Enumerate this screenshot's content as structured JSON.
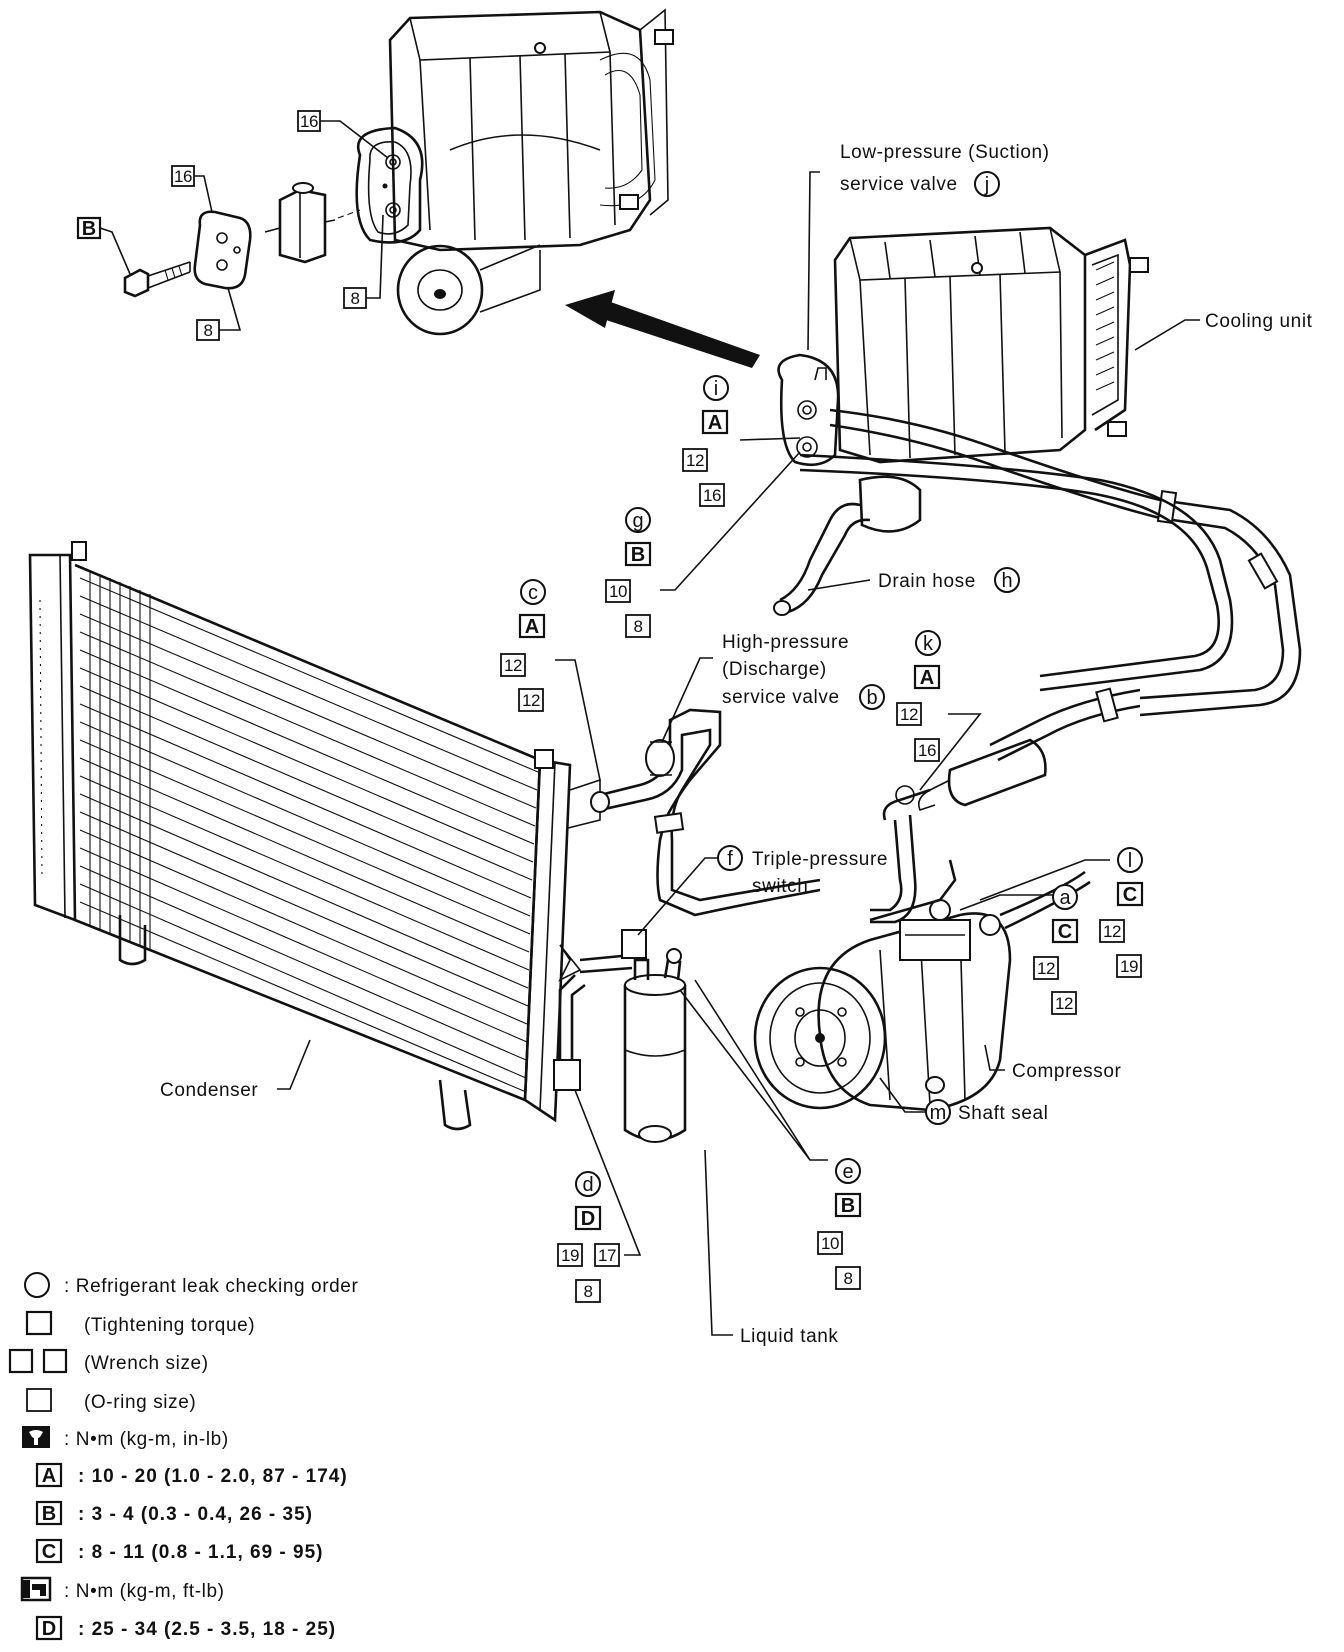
{
  "components": {
    "low_pressure_valve": [
      "Low-pressure (Suction)",
      "service valve"
    ],
    "low_pressure_letter": "j",
    "cooling_unit": "Cooling unit",
    "drain_hose": "Drain hose",
    "drain_hose_letter": "h",
    "high_pressure_valve": [
      "High-pressure",
      "(Discharge)",
      "service valve"
    ],
    "high_pressure_letter": "b",
    "triple_switch": [
      "Triple-pressure",
      "switch"
    ],
    "triple_switch_letter": "f",
    "compressor": "Compressor",
    "shaft_seal": "Shaft seal",
    "shaft_seal_letter": "m",
    "condenser": "Condenser",
    "liquid_tank": "Liquid tank"
  },
  "callouts": {
    "expansion_valve": {
      "bolt": "B",
      "oring_upper": "16",
      "oring_lower": "8",
      "valve_upper": "16",
      "valve_lower": "8"
    },
    "i": {
      "letter": "i",
      "torque": "A",
      "sizes": [
        "12",
        "16"
      ]
    },
    "g": {
      "letter": "g",
      "torque": "B",
      "sizes": [
        "10",
        "8"
      ]
    },
    "c": {
      "letter": "c",
      "torque": "A",
      "sizes": [
        "12",
        "12"
      ]
    },
    "k": {
      "letter": "k",
      "torque": "A",
      "sizes": [
        "12",
        "16"
      ]
    },
    "l": {
      "letter": "l",
      "torque": "C",
      "sizes": [
        "12",
        "19"
      ]
    },
    "a": {
      "letter": "a",
      "torque": "C",
      "sizes": [
        "12",
        "12"
      ]
    },
    "e": {
      "letter": "e",
      "torque": "B",
      "sizes": [
        "10",
        "8"
      ]
    },
    "d": {
      "letter": "d",
      "torque": "D",
      "sizes": [
        "19",
        "17",
        "8"
      ]
    }
  },
  "legend": {
    "symbols": [
      ": Refrigerant leak checking order",
      "(Tightening torque)",
      "(Wrench size)",
      "(O-ring size)"
    ],
    "unit_inlb": ": N•m (kg-m, in-lb)",
    "unit_ftlb": ": N•m (kg-m, ft-lb)",
    "specs": [
      {
        "code": "A",
        "value": ": 10 - 20 (1.0 - 2.0, 87 - 174)"
      },
      {
        "code": "B",
        "value": ": 3 - 4 (0.3 - 0.4, 26 - 35)"
      },
      {
        "code": "C",
        "value": ": 8 - 11 (0.8 - 1.1, 69 - 95)"
      },
      {
        "code": "D",
        "value": ": 25 - 34 (2.5 - 3.5, 18 - 25)"
      }
    ]
  },
  "icons": [
    "torque-wrench-icon",
    "open-end-wrench-icon"
  ]
}
